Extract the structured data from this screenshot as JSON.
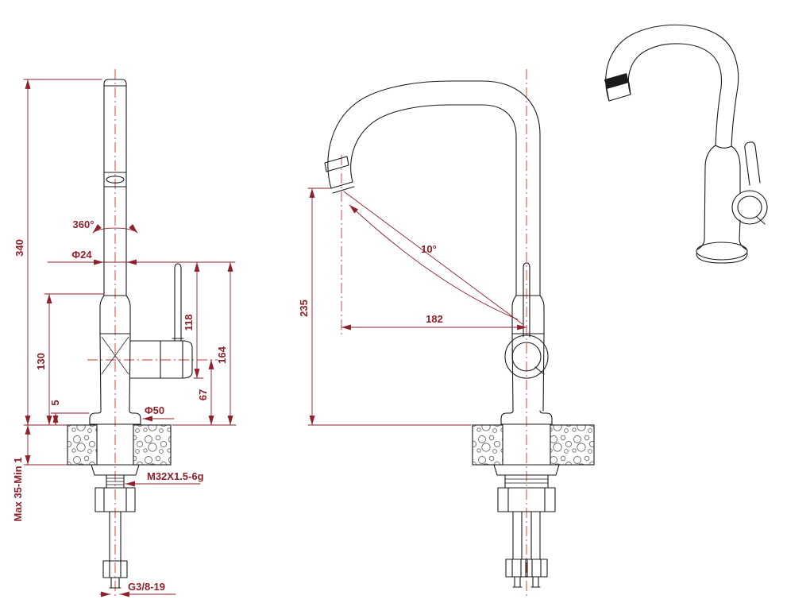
{
  "colors": {
    "ink": "#1a1a1a",
    "dim": "#8e1f2b",
    "cl": "#d03030"
  },
  "views": {
    "side": {
      "dims": {
        "overall_height": "340",
        "swivel_angle": "360°",
        "spout_diameter": "Φ24",
        "body_height": "130",
        "flange_gap": "5",
        "lever_length": "118",
        "lever_top_height": "164",
        "lever_axis_height": "67",
        "base_diameter": "Φ50",
        "deck_thickness": "Max 35-Min 1",
        "mount_thread": "M32X1.5-6g",
        "inlet_thread": "G3/8-19"
      }
    },
    "front": {
      "dims": {
        "spout_outlet_height": "235",
        "outlet_angle": "10°",
        "spout_reach": "182"
      }
    }
  }
}
